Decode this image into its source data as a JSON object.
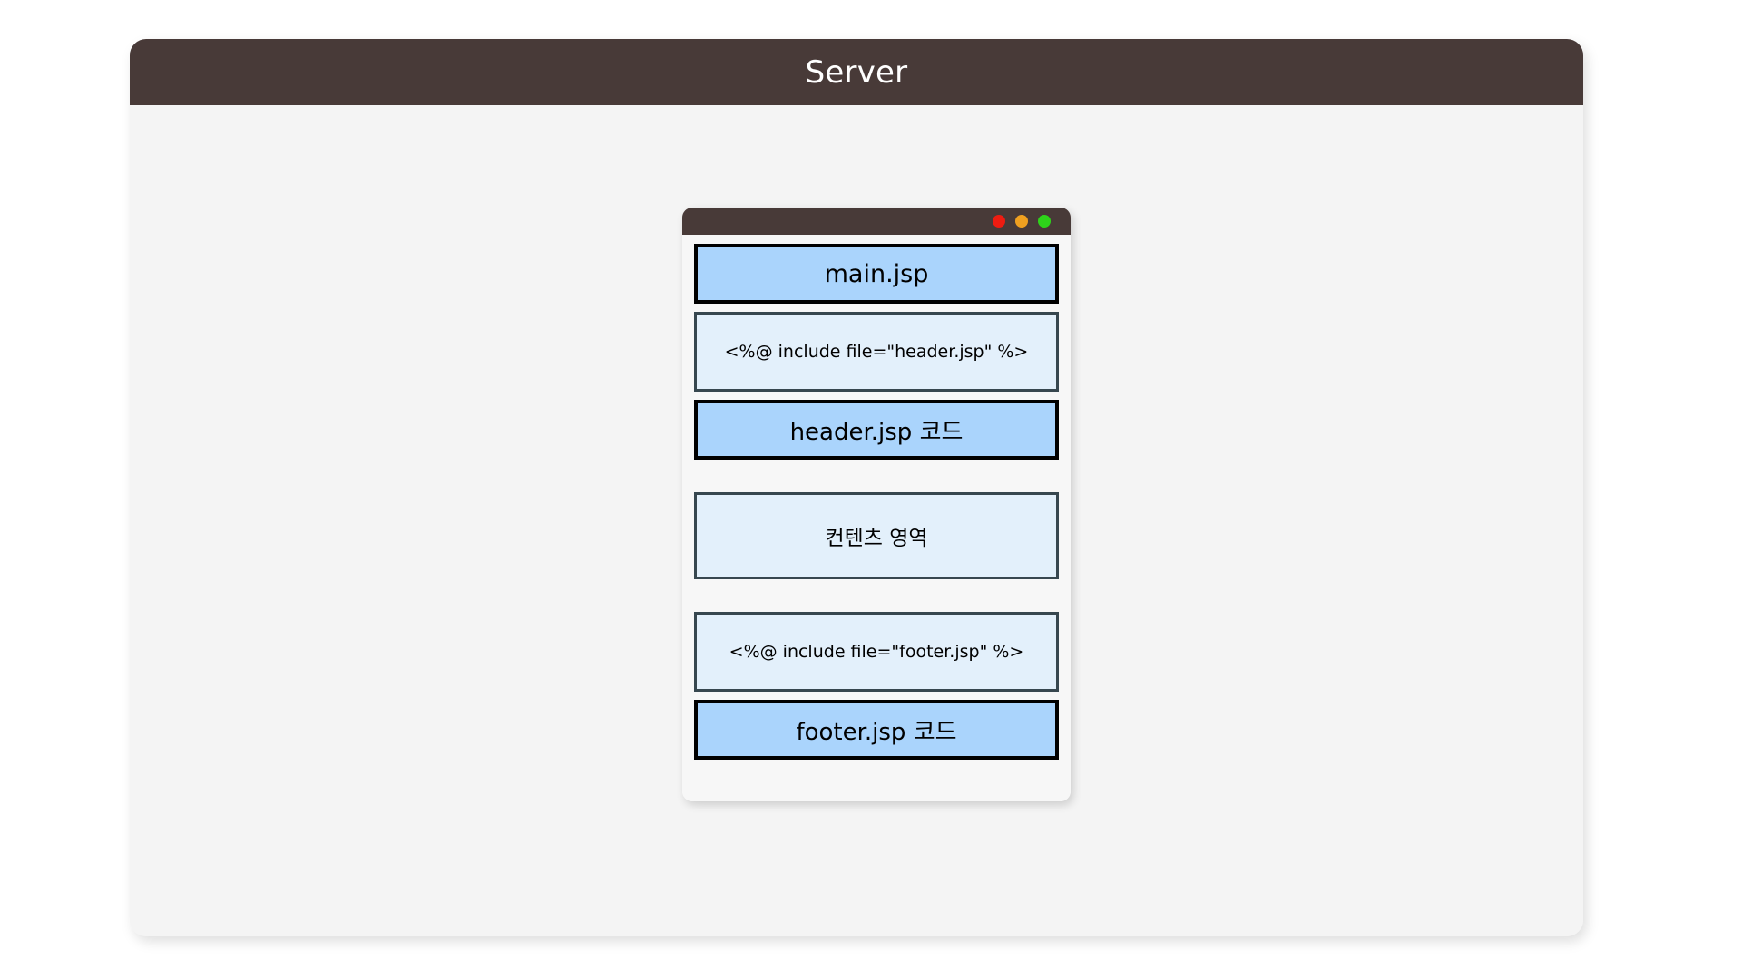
{
  "server": {
    "title": "Server",
    "titlebar_color": "#483a38",
    "card_background": "#f4f4f4"
  },
  "browser_window": {
    "titlebar_color": "#483a38",
    "background": "#f7f7f7",
    "traffic_lights": [
      {
        "name": "close",
        "color": "#ee1c11"
      },
      {
        "name": "minimize",
        "color": "#f0a020"
      },
      {
        "name": "maximize",
        "color": "#2ed41a"
      }
    ]
  },
  "colors": {
    "solid_fill": "#aad4fc",
    "solid_border": "#000000",
    "light_fill": "#e3f0fb",
    "light_border": "#37474f"
  },
  "flow": {
    "boxes": [
      {
        "id": "main-jsp",
        "label": "main.jsp",
        "style": "solid"
      },
      {
        "id": "include-header",
        "label": "<%@ include file=\"header.jsp\" %>",
        "style": "light"
      },
      {
        "id": "header-jsp-code",
        "label": "header.jsp 코드",
        "style": "solid"
      },
      {
        "id": "content-area",
        "label": "컨텐츠 영역",
        "style": "light"
      },
      {
        "id": "include-footer",
        "label": "<%@ include file=\"footer.jsp\" %>",
        "style": "light"
      },
      {
        "id": "footer-jsp-code",
        "label": "footer.jsp 코드",
        "style": "solid"
      }
    ]
  }
}
